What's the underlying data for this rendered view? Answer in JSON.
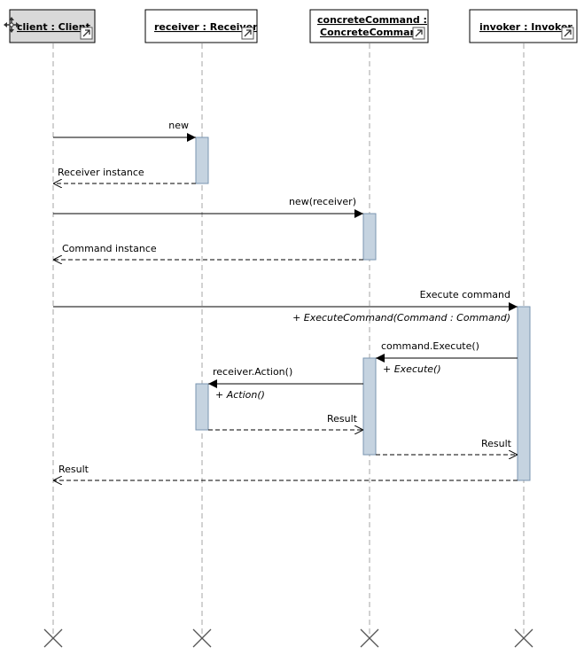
{
  "lifelines": [
    {
      "id": "client",
      "title_lines": [
        "client : Client"
      ],
      "selected": true
    },
    {
      "id": "receiver",
      "title_lines": [
        "receiver : Receiver"
      ],
      "selected": false
    },
    {
      "id": "concrete",
      "title_lines": [
        "concreteCommand :",
        "ConcreteCommand"
      ],
      "selected": false
    },
    {
      "id": "invoker",
      "title_lines": [
        "invoker : Invoker"
      ],
      "selected": false
    }
  ],
  "messages": [
    {
      "id": "msg-new",
      "label": "new",
      "sub_label": "",
      "from": "client",
      "to": "receiver",
      "kind": "call"
    },
    {
      "id": "msg-receiver-instance",
      "label": "Receiver instance",
      "sub_label": "",
      "from": "receiver",
      "to": "client",
      "kind": "return"
    },
    {
      "id": "msg-new-receiver",
      "label": "new(receiver)",
      "sub_label": "",
      "from": "client",
      "to": "concrete",
      "kind": "call"
    },
    {
      "id": "msg-command-instance",
      "label": "Command instance",
      "sub_label": "",
      "from": "concrete",
      "to": "client",
      "kind": "return"
    },
    {
      "id": "msg-execute-command",
      "label": "Execute command",
      "sub_label": "+ ExecuteCommand(Command : Command)",
      "from": "client",
      "to": "invoker",
      "kind": "call"
    },
    {
      "id": "msg-command-execute",
      "label": "command.Execute()",
      "sub_label": "+ Execute()",
      "from": "invoker",
      "to": "concrete",
      "kind": "call"
    },
    {
      "id": "msg-receiver-action",
      "label": "receiver.Action()",
      "sub_label": "+ Action()",
      "from": "concrete",
      "to": "receiver",
      "kind": "call"
    },
    {
      "id": "msg-result-1",
      "label": "Result",
      "sub_label": "",
      "from": "receiver",
      "to": "concrete",
      "kind": "return"
    },
    {
      "id": "msg-result-2",
      "label": "Result",
      "sub_label": "",
      "from": "concrete",
      "to": "invoker",
      "kind": "return"
    },
    {
      "id": "msg-result-3",
      "label": "Result",
      "sub_label": "",
      "from": "invoker",
      "to": "client",
      "kind": "return"
    }
  ],
  "icons": {
    "link": "shortcut-arrow-icon",
    "move": "move-cursor-icon",
    "destroy": "destroy-x-icon"
  },
  "colors": {
    "header_border": "#000000",
    "header_fill_selected": "#d9d9d9",
    "header_fill": "#ffffff",
    "lifeline": "#a6a6a6",
    "activation_fill": "#c5d3e0",
    "activation_stroke": "#7a96b0",
    "message": "#000000"
  }
}
